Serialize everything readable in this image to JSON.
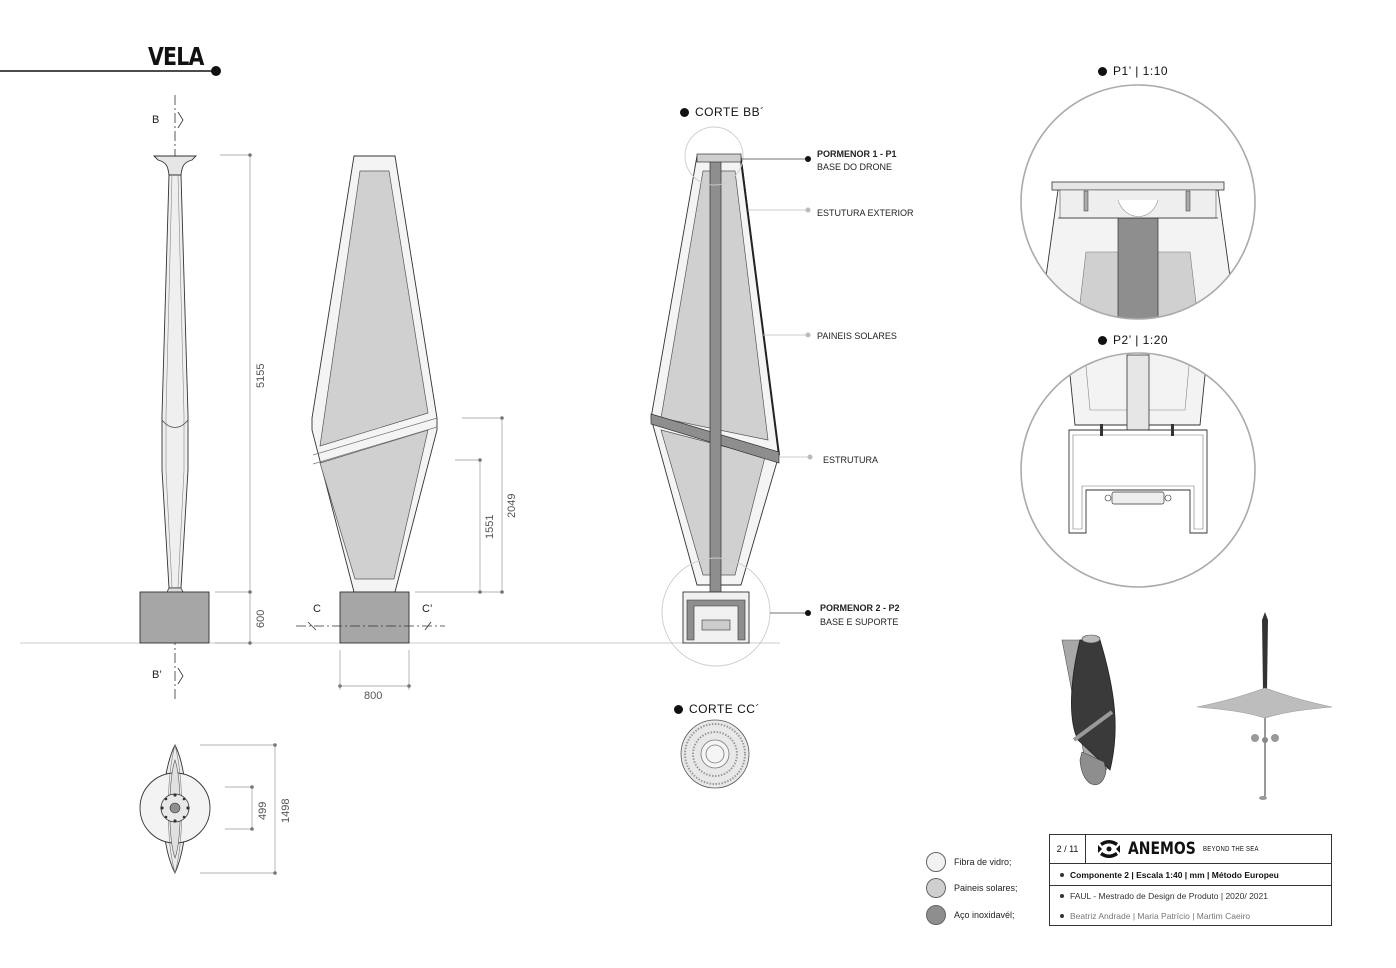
{
  "title": "VELA",
  "labels": {
    "b_top": "B",
    "b_bottom": "B’",
    "c_left": "C",
    "c_right": "C’"
  },
  "dimensions": {
    "height_main": "5155",
    "height_base": "600",
    "width_base": "800",
    "panel_lower": "1551",
    "panel_upper": "2049",
    "plan_inner": "499",
    "plan_outer": "1498"
  },
  "sections": {
    "corte_bb": "CORTE  BB´",
    "corte_cc": "CORTE  CC´",
    "p1": "P1’  |  1:10",
    "p2": "P2’  |  1:20"
  },
  "callouts": {
    "pormenor1_title": "PORMENOR 1 - P1",
    "pormenor1_sub": "BASE DO DRONE",
    "estrutura_exterior": "ESTUTURA EXTERIOR",
    "paineis": "PAINEIS SOLARES",
    "estrutura": "ESTRUTURA",
    "pormenor2_title": "PORMENOR 2 - P2",
    "pormenor2_sub": "BASE E SUPORTE"
  },
  "legend": [
    {
      "label": "Fibra de vidro;",
      "color": "#f2f2f2"
    },
    {
      "label": "Paineis solares;",
      "color": "#cfcfcf"
    },
    {
      "label": "Aço inoxidavél;",
      "color": "#8e8e8e"
    }
  ],
  "title_block": {
    "page": "2 / 11",
    "brand": "ANEMOS",
    "tagline": "BEYOND THE SEA",
    "row1": "Componente 2   |  Escala 1:40  |  mm  |  Método Europeu",
    "row2": "FAUL - Mestrado de Design de Produto  | 2020/ 2021",
    "row3": "Beatriz Andrade  |  Maria Patrício  |  Martim Caeiro"
  }
}
